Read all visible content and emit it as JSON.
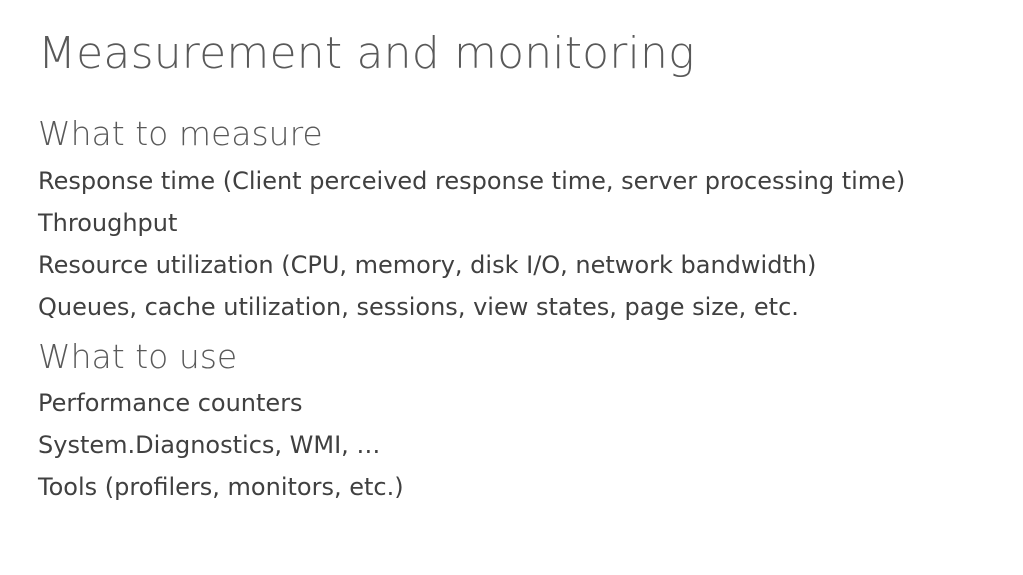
{
  "slide": {
    "title": "Measurement and monitoring",
    "sections": [
      {
        "heading": "What to measure",
        "items": [
          "Response time (Client perceived response time, server processing time)",
          "Throughput",
          "Resource utilization (CPU, memory, disk I/O, network bandwidth)",
          "Queues, cache utilization, sessions, view states, page size, etc."
        ]
      },
      {
        "heading": "What to use",
        "items": [
          "Performance counters",
          "System.Diagnostics, WMI, …",
          "Tools (profilers, monitors, etc.)"
        ]
      }
    ]
  }
}
